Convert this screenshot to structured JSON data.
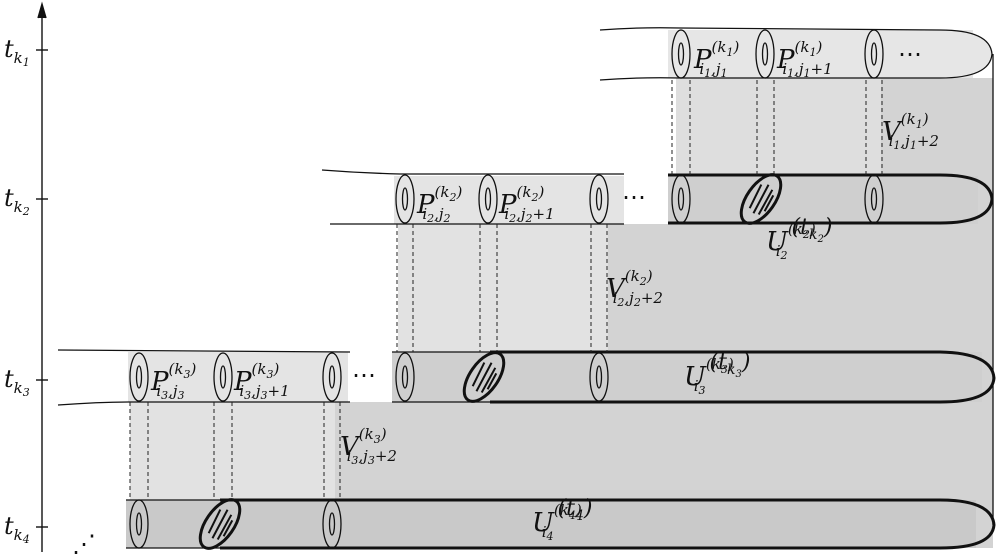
{
  "time_axis": {
    "ticks": [
      {
        "t": "t",
        "sub": "k",
        "subsub": "1"
      },
      {
        "t": "t",
        "sub": "k",
        "subsub": "2"
      },
      {
        "t": "t",
        "sub": "k",
        "subsub": "3"
      },
      {
        "t": "t",
        "sub": "k",
        "subsub": "4"
      }
    ]
  },
  "levels": {
    "k1": {
      "P1": {
        "base": "P",
        "sup": "(k",
        "supsub": "1",
        "sup_close": ")",
        "sub": "i",
        "subsub": "1",
        "sub_rest": ",j",
        "subsub2": "1"
      },
      "P2": {
        "base": "P",
        "sup": "(k",
        "supsub": "1",
        "sup_close": ")",
        "sub": "i",
        "subsub": "1",
        "sub_rest": ",j",
        "subsub2": "1",
        "sub_tail": "+1"
      },
      "V": {
        "base": "V",
        "sup": "(k",
        "supsub": "1",
        "sup_close": ")",
        "sub": "i",
        "subsub": "1",
        "sub_rest": ",j",
        "subsub2": "1",
        "sub_tail": "+2"
      },
      "ellipsis": "⋯"
    },
    "k2": {
      "P1": {
        "base": "P",
        "sup": "(k",
        "supsub": "2",
        "sup_close": ")",
        "sub": "i",
        "subsub": "2",
        "sub_rest": ",j",
        "subsub2": "2"
      },
      "P2": {
        "base": "P",
        "sup": "(k",
        "supsub": "2",
        "sup_close": ")",
        "sub": "i",
        "subsub": "2",
        "sub_rest": ",j",
        "subsub2": "2",
        "sub_tail": "+1"
      },
      "V": {
        "base": "V",
        "sup": "(k",
        "supsub": "2",
        "sup_close": ")",
        "sub": "i",
        "subsub": "2",
        "sub_rest": ",j",
        "subsub2": "2",
        "sub_tail": "+2"
      },
      "U": {
        "base": "U",
        "sup": "(k",
        "supsub": "2",
        "sup_close": ")",
        "sub": "i",
        "subsub": "2",
        "arg": "(t",
        "argsub": "k",
        "argsubsub": "2",
        "arg_close": ")"
      },
      "ellipsis": "⋯"
    },
    "k3": {
      "P1": {
        "base": "P",
        "sup": "(k",
        "supsub": "3",
        "sup_close": ")",
        "sub": "i",
        "subsub": "3",
        "sub_rest": ",j",
        "subsub2": "3"
      },
      "P2": {
        "base": "P",
        "sup": "(k",
        "supsub": "3",
        "sup_close": ")",
        "sub": "i",
        "subsub": "3",
        "sub_rest": ",j",
        "subsub2": "3",
        "sub_tail": "+1"
      },
      "V": {
        "base": "V",
        "sup": "(k",
        "supsub": "3",
        "sup_close": ")",
        "sub": "i",
        "subsub": "3",
        "sub_rest": ",j",
        "subsub2": "3",
        "sub_tail": "+2"
      },
      "U": {
        "base": "U",
        "sup": "(k",
        "supsub": "3",
        "sup_close": ")",
        "sub": "i",
        "subsub": "3",
        "arg": "(t",
        "argsub": "k",
        "argsubsub": "3",
        "arg_close": ")"
      },
      "ellipsis": "⋯"
    },
    "k4": {
      "U": {
        "base": "U",
        "sup": "(k",
        "supsub": "4",
        "sup_close": ")",
        "sub": "i",
        "subsub": "4",
        "arg": "(t",
        "argsub": "4",
        "arg_close": ")"
      },
      "ellipsis": "⋰"
    }
  }
}
